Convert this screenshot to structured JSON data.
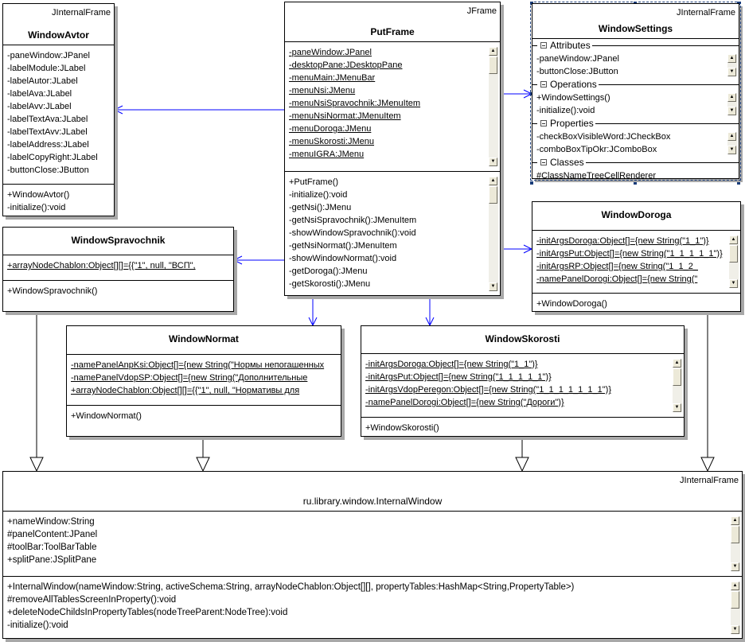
{
  "diagram": {
    "classes": [
      {
        "id": "avtor",
        "stereotype": "JInternalFrame",
        "name": "WindowAvtor",
        "compartments": [
          {
            "items": [
              {
                "t": "-paneWindow:JPanel"
              },
              {
                "t": "-labelModule:JLabel"
              },
              {
                "t": "-labelAutor:JLabel"
              },
              {
                "t": "-labelAva:JLabel"
              },
              {
                "t": "-labelAvv:JLabel"
              },
              {
                "t": "-labelTextAva:JLabel"
              },
              {
                "t": "-labelTextAvv:JLabel"
              },
              {
                "t": "-labelAddress:JLabel"
              },
              {
                "t": "-labelCopyRight:JLabel"
              },
              {
                "t": "-buttonClose:JButton"
              }
            ]
          },
          {
            "items": [
              {
                "t": "+WindowAvtor()"
              },
              {
                "t": "-initialize():void"
              }
            ]
          }
        ]
      },
      {
        "id": "put",
        "stereotype": "JFrame",
        "name": "PutFrame",
        "compartments": [
          {
            "scroll": true,
            "items": [
              {
                "t": "-paneWindow:JPanel",
                "static": true
              },
              {
                "t": "-desktopPane:JDesktopPane",
                "static": true
              },
              {
                "t": "-menuMain:JMenuBar",
                "static": true
              },
              {
                "t": "-menuNsi:JMenu",
                "static": true
              },
              {
                "t": "-menuNsiSpravochnik:JMenuItem",
                "static": true
              },
              {
                "t": "-menuNsiNormat:JMenuItem",
                "static": true
              },
              {
                "t": "-menuDoroga:JMenu",
                "static": true
              },
              {
                "t": "-menuSkorosti:JMenu",
                "static": true
              },
              {
                "t": "-menuIGRA:JMenu",
                "static": true
              }
            ]
          },
          {
            "scroll": true,
            "items": [
              {
                "t": "+PutFrame()"
              },
              {
                "t": "-initialize():void"
              },
              {
                "t": "-getNsi():JMenu"
              },
              {
                "t": "-getNsiSpravochnik():JMenuItem"
              },
              {
                "t": "-showWindowSpravochnik():void"
              },
              {
                "t": "-getNsiNormat():JMenuItem"
              },
              {
                "t": "-showWindowNormat():void"
              },
              {
                "t": "-getDoroga():JMenu"
              },
              {
                "t": "-getSkorosti():JMenu"
              }
            ]
          }
        ]
      },
      {
        "id": "settings",
        "stereotype": "JInternalFrame",
        "name": "WindowSettings",
        "selected": true,
        "compartments": [
          {
            "label": "Attributes",
            "scroll": true,
            "items": [
              {
                "t": "-paneWindow:JPanel"
              },
              {
                "t": "-buttonClose:JButton"
              }
            ]
          },
          {
            "label": "Operations",
            "scroll": true,
            "items": [
              {
                "t": "+WindowSettings()"
              },
              {
                "t": "-initialize():void"
              }
            ]
          },
          {
            "label": "Properties",
            "scroll": true,
            "items": [
              {
                "t": "-checkBoxVisibleWord:JCheckBox"
              },
              {
                "t": "-comboBoxTipOkr:JComboBox"
              }
            ]
          },
          {
            "label": "Classes",
            "items": [
              {
                "t": "#ClassNameTreeCellRenderer"
              }
            ]
          }
        ]
      },
      {
        "id": "doroga",
        "name": "WindowDoroga",
        "compartments": [
          {
            "scroll": true,
            "items": [
              {
                "t": "-initArgsDoroga:Object[]={new String(\"1_1\")}",
                "static": true
              },
              {
                "t": "-initArgsPut:Object[]={new String(\"1_1_1_1_1\")}",
                "static": true
              },
              {
                "t": "-initArgsRP:Object[]={new String(\"1_1_2_",
                "static": true
              },
              {
                "t": "-namePanelDorogi:Object[]={new String(\"",
                "static": true
              }
            ]
          },
          {
            "items": [
              {
                "t": "+WindowDoroga()"
              }
            ]
          }
        ]
      },
      {
        "id": "sprav",
        "name": "WindowSpravochnik",
        "compartments": [
          {
            "items": [
              {
                "t": "+arrayNodeChablon:Object[][]={{\"1\", null, \"ВСП\",",
                "static": true
              }
            ]
          },
          {
            "items": [
              {
                "t": "+WindowSpravochnik()"
              }
            ]
          }
        ]
      },
      {
        "id": "normat",
        "name": "WindowNormat",
        "compartments": [
          {
            "items": [
              {
                "t": "-namePanelAnpKsi:Object[]={new String(\"Нормы непогашенных",
                "static": true
              },
              {
                "t": "-namePanelVdopSP:Object[]={new String(\"Дополнительные",
                "static": true
              },
              {
                "t": "+arrayNodeChablon:Object[][]={{\"1\", null, \"Нормативы для",
                "static": true
              }
            ]
          },
          {
            "items": [
              {
                "t": "+WindowNormat()"
              }
            ]
          }
        ]
      },
      {
        "id": "skor",
        "name": "WindowSkorosti",
        "compartments": [
          {
            "scroll": true,
            "items": [
              {
                "t": "-initArgsDoroga:Object[]={new String(\"1_1\")}",
                "static": true
              },
              {
                "t": "-initArgsPut:Object[]={new String(\"1_1_1_1_1\")}",
                "static": true
              },
              {
                "t": "-initArgsVdopPeregon:Object[]={new String(\"1_1_1_1_1_1_1\")}",
                "static": true
              },
              {
                "t": "-namePanelDorogi:Object[]={new String(\"Дороги\")}",
                "static": true
              }
            ]
          },
          {
            "items": [
              {
                "t": "+WindowSkorosti()"
              }
            ]
          }
        ]
      },
      {
        "id": "internal",
        "stereotype": "JInternalFrame",
        "name": "ru.library.window.InternalWindow",
        "compartments": [
          {
            "scroll": true,
            "items": [
              {
                "t": "+nameWindow:String"
              },
              {
                "t": "#panelContent:JPanel"
              },
              {
                "t": "#toolBar:ToolBarTable"
              },
              {
                "t": "+splitPane:JSplitPane"
              }
            ]
          },
          {
            "scroll": true,
            "items": [
              {
                "t": "+InternalWindow(nameWindow:String, activeSchema:String, arrayNodeChablon:Object[][], propertyTables:HashMap<String,PropertyTable>)"
              },
              {
                "t": "#removeAllTablesScreenInProperty():void"
              },
              {
                "t": "+deleteNodeChildsInPropertyTables(nodeTreeParent:NodeTree):void"
              },
              {
                "t": "-initialize():void"
              }
            ]
          }
        ]
      }
    ],
    "relations": [
      {
        "type": "dependency",
        "from": "PutFrame",
        "to": "WindowAvtor"
      },
      {
        "type": "dependency",
        "from": "PutFrame",
        "to": "WindowSettings"
      },
      {
        "type": "dependency",
        "from": "PutFrame",
        "to": "WindowSpravochnik"
      },
      {
        "type": "dependency",
        "from": "PutFrame",
        "to": "WindowDoroga"
      },
      {
        "type": "dependency",
        "from": "PutFrame",
        "to": "WindowNormat"
      },
      {
        "type": "dependency",
        "from": "PutFrame",
        "to": "WindowSkorosti"
      },
      {
        "type": "generalization",
        "from": "WindowSpravochnik",
        "to": "ru.library.window.InternalWindow"
      },
      {
        "type": "generalization",
        "from": "WindowNormat",
        "to": "ru.library.window.InternalWindow"
      },
      {
        "type": "generalization",
        "from": "WindowSkorosti",
        "to": "ru.library.window.InternalWindow"
      },
      {
        "type": "generalization",
        "from": "WindowDoroga",
        "to": "ru.library.window.InternalWindow"
      }
    ],
    "colors": {
      "dependency": "#0000ff",
      "generalization": "#000000",
      "selection": "#1a3d7a",
      "shadow": "#a8a8a8"
    }
  }
}
